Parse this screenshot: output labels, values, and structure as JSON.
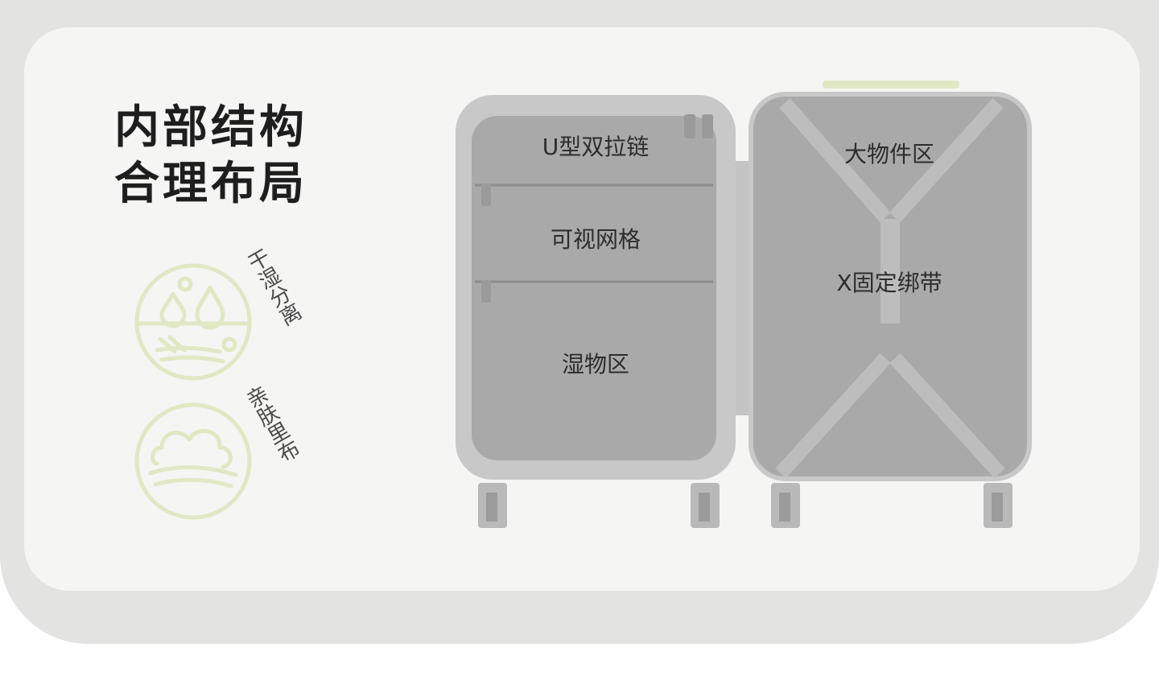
{
  "headline": {
    "line1": "内部结构",
    "line2": "合理布局"
  },
  "features": [
    {
      "label": "干湿分离",
      "icon": "dry-wet-separation-icon"
    },
    {
      "label": "亲肤里布",
      "icon": "soft-lining-icon"
    }
  ],
  "suitcase": {
    "left_half": {
      "zipper_label": "U型双拉链",
      "mesh_label": "可视网格",
      "wet_label": "湿物区"
    },
    "right_half": {
      "large_label": "大物件区",
      "strap_label": "X固定绑带"
    }
  },
  "colors": {
    "accent": "#dfe8c3",
    "panel": "#f5f5f4",
    "outer": "#e3e3e1",
    "shell": "#a9a9a9",
    "shell_rim": "#c7c7c7"
  }
}
